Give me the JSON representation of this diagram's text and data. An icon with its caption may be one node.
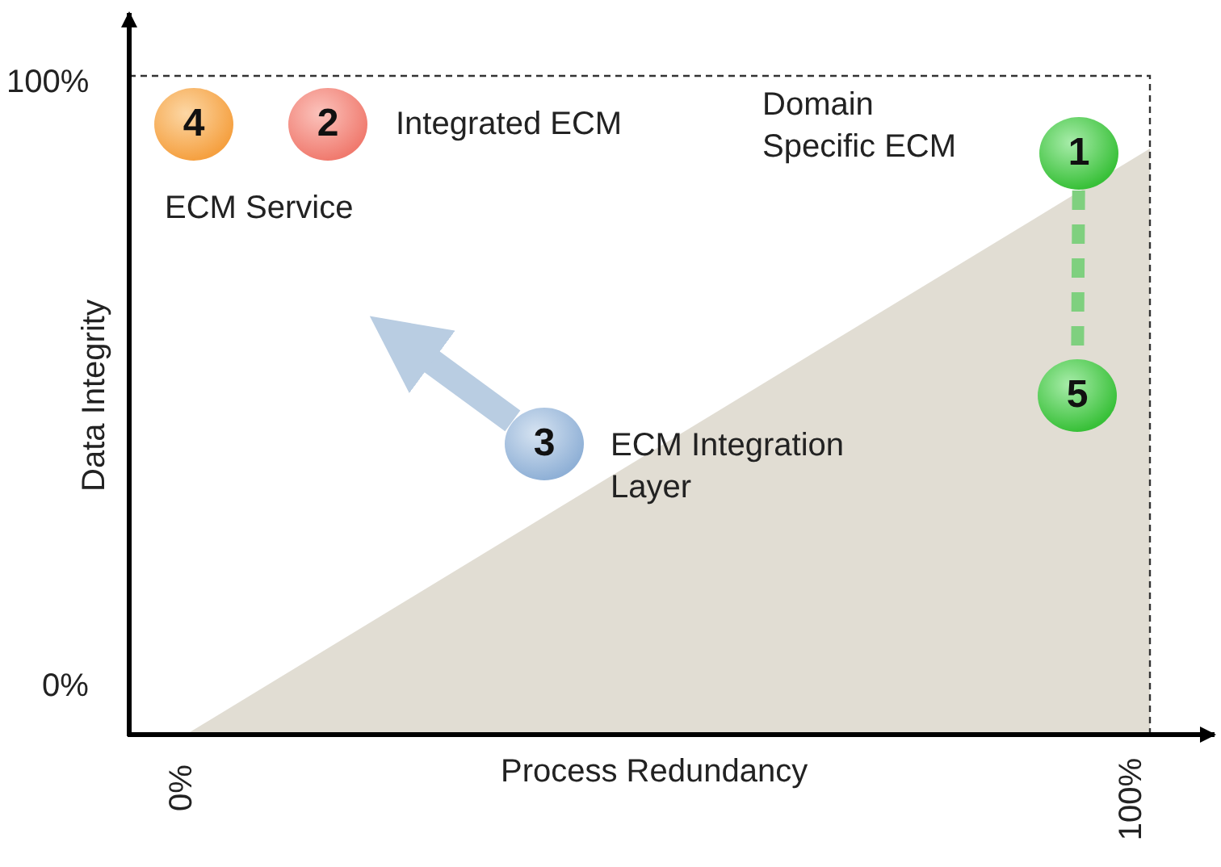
{
  "diagram": {
    "nodes": [
      {
        "text": [
          "4"
        ],
        "beside": [
          "ECM Service"
        ]
      },
      {
        "text": [
          "2"
        ],
        "beside": [
          "Integrated ECM"
        ]
      },
      {
        "text": [
          "1"
        ],
        "beside": [
          "Domain Specific ECM"
        ]
      },
      {
        "text": [
          "3"
        ],
        "beside": [
          "ECM Integration Layer"
        ]
      },
      {
        "text": [
          "5"
        ]
      }
    ],
    "edges": [
      {
        "from": 2,
        "to": 4,
        "arrow": "none",
        "style": "dashed",
        "color": "#7fd07f"
      },
      {
        "from": 3,
        "to": null,
        "arrow": "to",
        "style": "thick",
        "color": "#b9cde2"
      }
    ],
    "labels": [
      "100%",
      "Data Integrity",
      "0%",
      "0%",
      "Process Redundancy",
      "100%"
    ]
  }
}
